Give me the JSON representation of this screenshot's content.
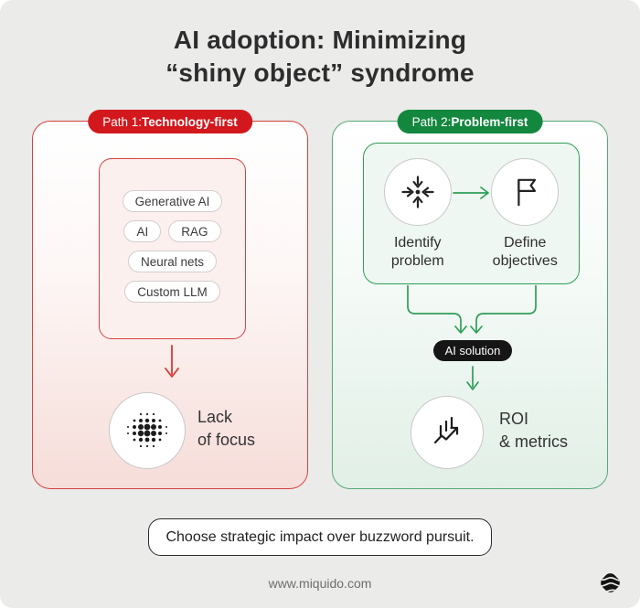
{
  "title": {
    "line1": "AI adoption: Minimizing",
    "line2": "“shiny object” syndrome"
  },
  "colors": {
    "background": "#ebebea",
    "accent_red": "#d3181d",
    "accent_green": "#14873e",
    "solution_pill": "#161616"
  },
  "path1": {
    "badge_prefix": "Path 1: ",
    "badge_bold": "Technology-first",
    "tags": [
      "Generative AI",
      "AI",
      "RAG",
      "Neural nets",
      "Custom LLM"
    ],
    "outcome": {
      "line1": "Lack",
      "line2": "of focus",
      "icon": "blur-dots-icon"
    }
  },
  "path2": {
    "badge_prefix": "Path 2: ",
    "badge_bold": "Problem-first",
    "steps": [
      {
        "line1": "Identify",
        "line2": "problem",
        "icon": "converge-icon"
      },
      {
        "line1": "Define",
        "line2": "objectives",
        "icon": "flag-icon"
      }
    ],
    "solution_label": "AI solution",
    "outcome": {
      "line1": "ROI",
      "line2": "& metrics",
      "icon": "chart-growth-icon"
    }
  },
  "footer": {
    "message": "Choose strategic impact over buzzword pursuit.",
    "website": "www.miquido.com"
  }
}
